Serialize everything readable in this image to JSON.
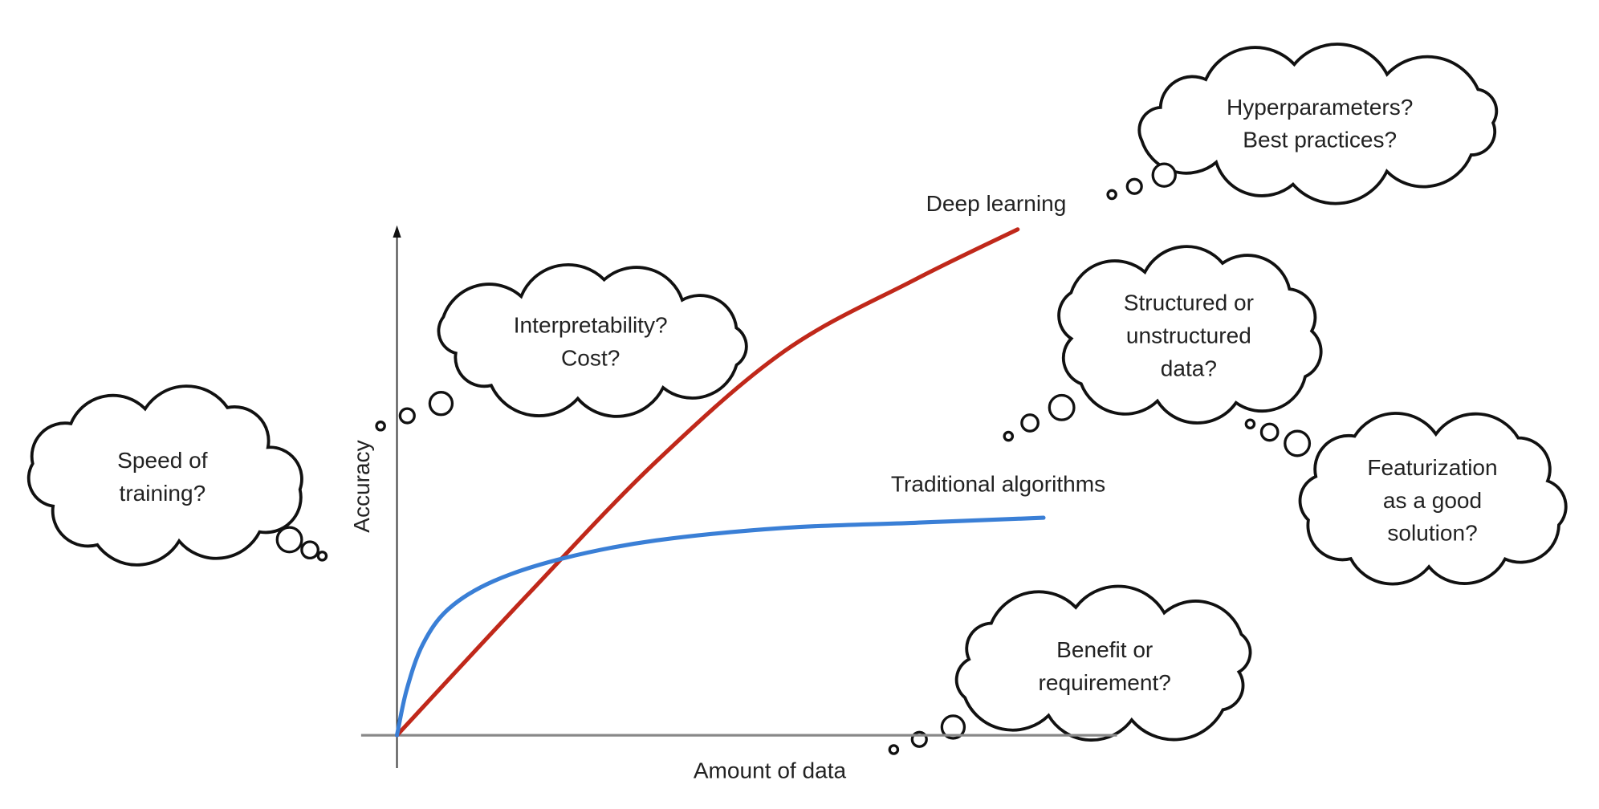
{
  "chart_data": {
    "type": "line",
    "title": "",
    "xlabel": "Amount of data",
    "ylabel": "Accuracy",
    "xlim": [
      0,
      10
    ],
    "ylim": [
      0,
      10
    ],
    "grid": false,
    "series": [
      {
        "name": "Deep learning",
        "color": "#c0281a",
        "x": [
          0,
          2,
          4,
          6,
          8,
          9.6
        ],
        "y": [
          0,
          2.75,
          5.4,
          7.6,
          9.0,
          10
        ]
      },
      {
        "name": "Traditional algorithms",
        "color": "#3a7fd6",
        "x": [
          0,
          0.15,
          0.4,
          0.8,
          1.5,
          2.58,
          4,
          6,
          8,
          10
        ],
        "y": [
          0,
          0.9,
          1.8,
          2.5,
          3.05,
          3.5,
          3.85,
          4.1,
          4.2,
          4.3
        ]
      }
    ]
  },
  "clouds": [
    {
      "lines": [
        "Hyperparameters?",
        "Best practices?"
      ]
    },
    {
      "lines": [
        "Interpretability?",
        "Cost?"
      ]
    },
    {
      "lines": [
        "Speed of",
        "training?"
      ]
    },
    {
      "lines": [
        "Structured or",
        "unstructured",
        "data?"
      ]
    },
    {
      "lines": [
        "Featurization",
        "as a good",
        "solution?"
      ]
    },
    {
      "lines": [
        "Benefit or",
        "requirement?"
      ]
    }
  ]
}
